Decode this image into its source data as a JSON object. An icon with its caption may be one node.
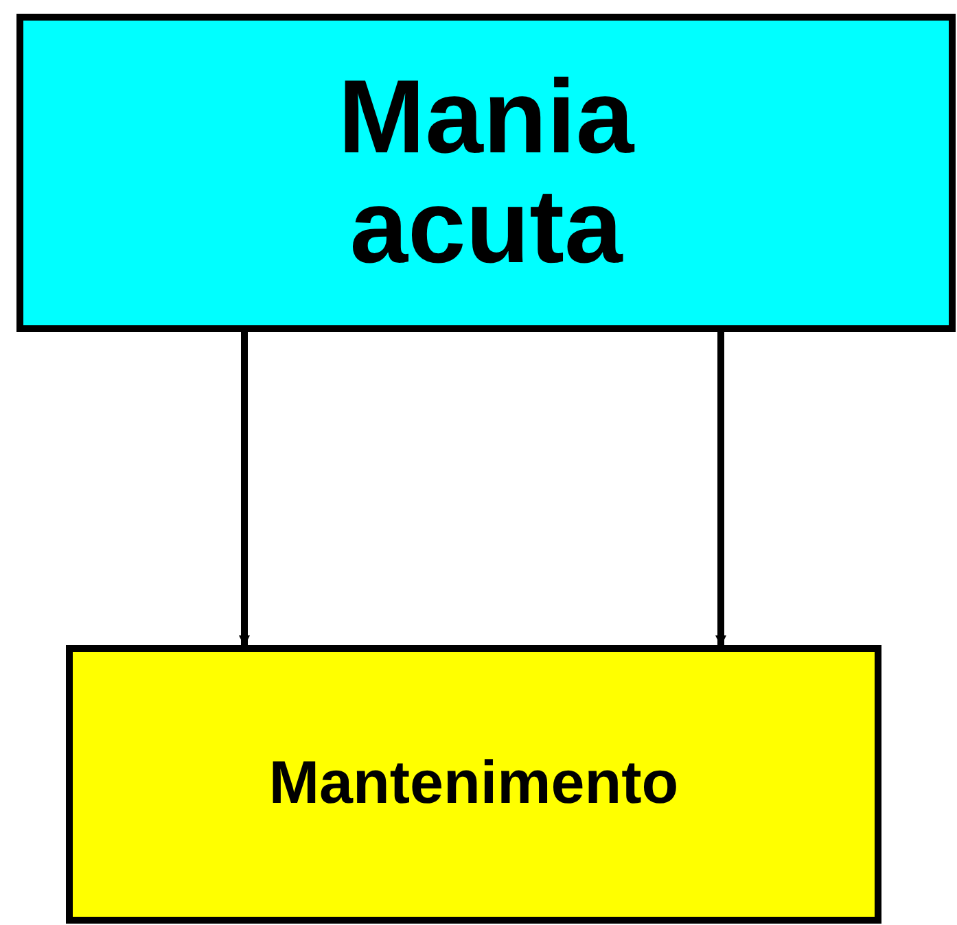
{
  "diagram": {
    "nodes": [
      {
        "text": [
          "Mania acuta"
        ]
      },
      {
        "text": [
          "Mantenimento"
        ]
      }
    ],
    "edges": [
      {
        "from": 0,
        "to": 1,
        "arrow": "to"
      },
      {
        "from": 0,
        "to": 1,
        "arrow": "to"
      }
    ]
  }
}
